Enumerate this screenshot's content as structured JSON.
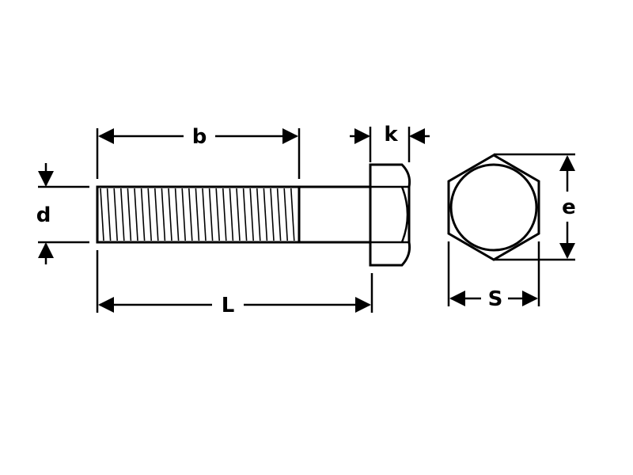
{
  "diagram": {
    "labels": {
      "thread_length": "b",
      "head_height": "k",
      "diameter": "d",
      "length": "L",
      "across_corners": "e",
      "across_flats": "S"
    },
    "colors": {
      "line": "#000000",
      "background": "#ffffff"
    }
  }
}
